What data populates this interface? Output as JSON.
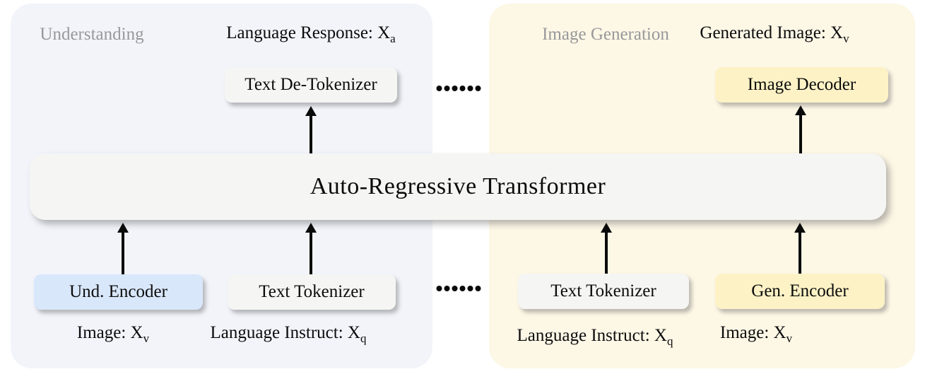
{
  "colors": {
    "left_panel_bg": "#f2f4fa",
    "right_panel_bg": "#fdf7e6",
    "neutral_box_bg": "#f5f5f3",
    "blue_box_bg": "#d9e7fb",
    "yellow_box_bg": "#fdf2c6",
    "muted_title": "#98989a",
    "arrow": "#0a0a0a"
  },
  "transformer": {
    "label": "Auto-Regressive Transformer"
  },
  "understanding": {
    "title": "Understanding",
    "output_label": {
      "text": "Language Response: X",
      "subscript": "a"
    },
    "detokenizer_box_label": "Text De-Tokenizer",
    "encoder_box_label": "Und. Encoder",
    "tokenizer_box_label": "Text Tokenizer",
    "image_input_label": {
      "text": "Image: X",
      "subscript": "v"
    },
    "text_input_label": {
      "text": "Language Instruct: X",
      "subscript": "q"
    }
  },
  "generation": {
    "title": "Image Generation",
    "output_label": {
      "text": "Generated Image: X",
      "subscript": "v"
    },
    "decoder_box_label": "Image Decoder",
    "tokenizer_box_label": "Text Tokenizer",
    "encoder_box_label": "Gen. Encoder",
    "text_input_label": {
      "text": "Language Instruct: X",
      "subscript": "q"
    },
    "image_input_label": {
      "text": "Image: X",
      "subscript": "v"
    }
  },
  "ellipsis": {
    "dot_count": 6
  }
}
